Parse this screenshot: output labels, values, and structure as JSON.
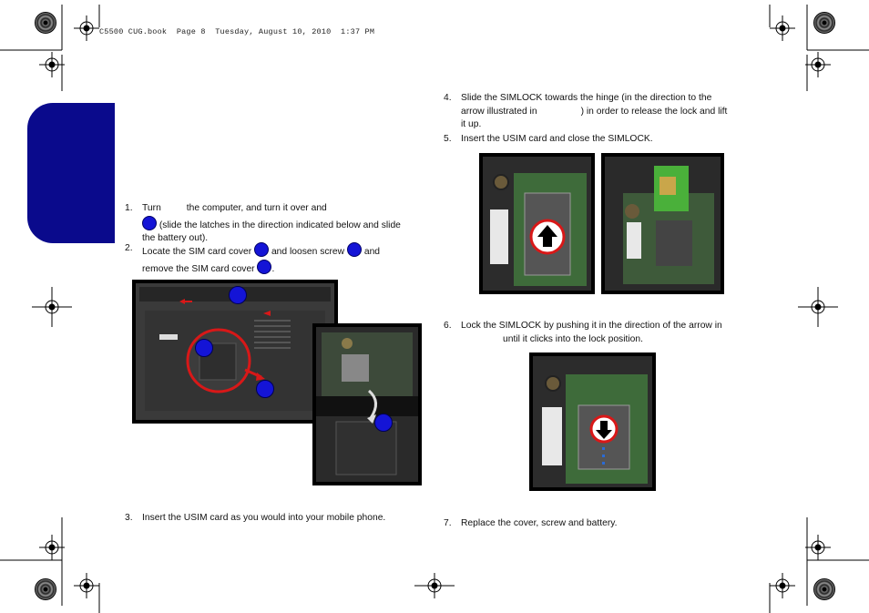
{
  "header": {
    "running_head": "C5500 CUG.book  Page 8  Tuesday, August 10, 2010  1:37 PM"
  },
  "steps_left": [
    {
      "num": "1.",
      "line1a": "Turn",
      "line1b": "the computer, and turn it over and",
      "line2": "(slide the latches in the direction indicated below and slide",
      "line3": "the battery out)."
    },
    {
      "num": "2.",
      "line1a": "Locate the SIM card cover",
      "line1b": "and loosen screw",
      "line1c": "and",
      "line2a": "remove the SIM card cover",
      "line2b": "."
    },
    {
      "num": "3.",
      "text": "Insert the USIM card as you would into your mobile phone."
    }
  ],
  "steps_right": [
    {
      "num": "4.",
      "line1": "Slide the SIMLOCK towards the hinge (in the direction to the",
      "line2a": "arrow illustrated in",
      "line2b": ") in order to release the lock and lift",
      "line3": "it up."
    },
    {
      "num": "5.",
      "text": "Insert the USIM card and close the SIMLOCK."
    },
    {
      "num": "6.",
      "line1": "Lock the SIMLOCK by pushing it in the direction of the arrow in",
      "line2": "until it clicks into the lock position."
    },
    {
      "num": "7.",
      "text": "Replace the cover, screw and battery."
    }
  ],
  "colors": {
    "tab": "#0a0a8c",
    "marker": "#1414d6",
    "arrow_red": "#d81818"
  },
  "icons": [
    "registration-mark-icon",
    "color-rosette-icon",
    "up-arrow-icon",
    "down-arrow-icon"
  ]
}
